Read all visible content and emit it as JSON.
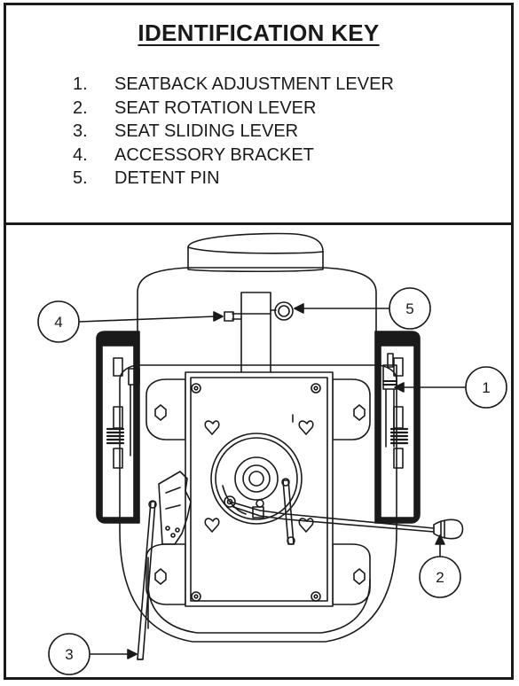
{
  "key": {
    "title": "IDENTIFICATION KEY",
    "items": [
      {
        "number": "1.",
        "label": "SEATBACK ADJUSTMENT LEVER"
      },
      {
        "number": "2.",
        "label": "SEAT ROTATION LEVER"
      },
      {
        "number": "3.",
        "label": "SEAT SLIDING LEVER"
      },
      {
        "number": "4.",
        "label": "ACCESSORY BRACKET"
      },
      {
        "number": "5.",
        "label": "DETENT PIN"
      }
    ]
  },
  "callouts": [
    "1",
    "2",
    "3",
    "4",
    "5"
  ],
  "colors": {
    "ink": "#1a1a1a",
    "paper": "#ffffff"
  }
}
